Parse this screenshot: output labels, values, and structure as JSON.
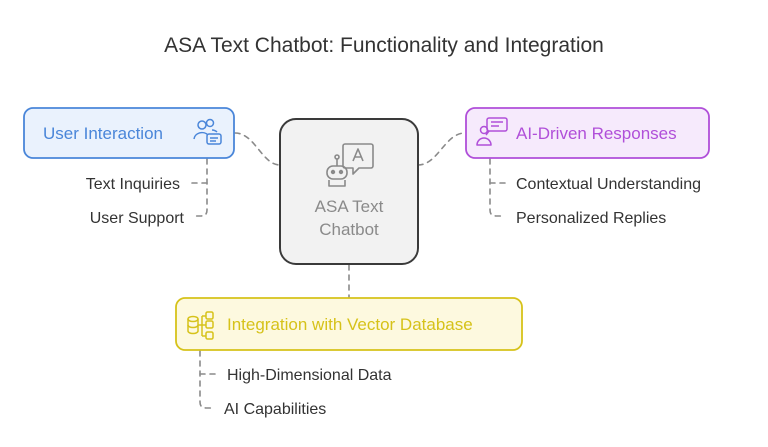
{
  "title": "ASA Text Chatbot: Functionality and Integration",
  "center": {
    "line1": "ASA Text",
    "line2": "Chatbot",
    "icon": "robot-chat-icon",
    "fill": "#f2f2f2",
    "stroke": "#3a3a3a"
  },
  "user_interaction": {
    "label": "User Interaction",
    "icon": "users-chat-icon",
    "color": "#4a86d9",
    "fill": "#eaf2fd",
    "items": [
      "Text Inquiries",
      "User Support"
    ]
  },
  "ai_responses": {
    "label": "AI-Driven Responses",
    "icon": "presenter-chat-icon",
    "color": "#b04fd9",
    "fill": "#f6eafc",
    "items": [
      "Contextual Understanding",
      "Personalized Replies"
    ]
  },
  "integration": {
    "label": "Integration with Vector Database",
    "icon": "database-network-icon",
    "color": "#d6c21a",
    "fill": "#fdf9df",
    "items": [
      "High-Dimensional Data",
      "AI Capabilities"
    ]
  }
}
